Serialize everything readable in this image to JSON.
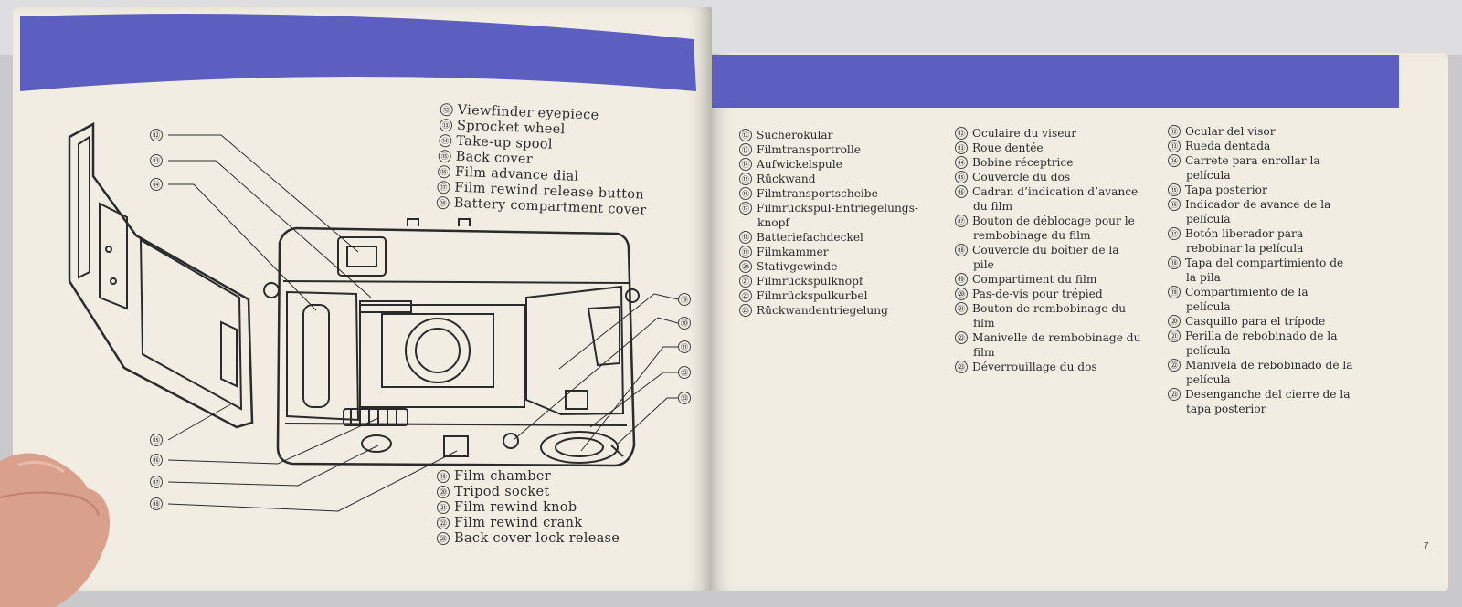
{
  "colors": {
    "band": "#5d5fc0",
    "paper": "#f1ede3",
    "ink": "#2b2b2b"
  },
  "left_page": {
    "diagram_callouts": [
      "⑫",
      "⑬",
      "⑭",
      "⑮",
      "⑯",
      "⑰",
      "⑱",
      "⑲",
      "⑳",
      "㉑",
      "㉒",
      "㉓"
    ],
    "top_list": [
      {
        "num": "⑫",
        "label": "Viewfinder eyepiece"
      },
      {
        "num": "⑬",
        "label": "Sprocket wheel"
      },
      {
        "num": "⑭",
        "label": "Take-up spool"
      },
      {
        "num": "⑮",
        "label": "Back cover"
      },
      {
        "num": "⑯",
        "label": "Film advance dial"
      },
      {
        "num": "⑰",
        "label": "Film rewind release button"
      },
      {
        "num": "⑱",
        "label": "Battery compartment cover"
      }
    ],
    "bottom_list": [
      {
        "num": "⑲",
        "label": "Film chamber"
      },
      {
        "num": "⑳",
        "label": "Tripod socket"
      },
      {
        "num": "㉑",
        "label": "Film rewind knob"
      },
      {
        "num": "㉒",
        "label": "Film rewind crank"
      },
      {
        "num": "㉓",
        "label": "Back cover lock release"
      }
    ]
  },
  "right_page": {
    "german": [
      [
        "⑫",
        "Sucherokular"
      ],
      [
        "⑬",
        "Filmtransportrolle"
      ],
      [
        "⑭",
        "Aufwickelspule"
      ],
      [
        "⑮",
        "Rückwand"
      ],
      [
        "⑯",
        "Filmtransportscheibe"
      ],
      [
        "⑰",
        "Filmrückspul-Entriegelungs-"
      ],
      [
        "",
        "knopf"
      ],
      [
        "⑱",
        "Batteriefachdeckel"
      ],
      [
        "⑲",
        "Filmkammer"
      ],
      [
        "⑳",
        "Stativgewinde"
      ],
      [
        "㉑",
        "Filmrückspulknopf"
      ],
      [
        "㉒",
        "Filmrückspulkurbel"
      ],
      [
        "㉓",
        "Rückwandentriegelung"
      ]
    ],
    "french": [
      [
        "⑫",
        "Oculaire du viseur"
      ],
      [
        "⑬",
        "Roue dentée"
      ],
      [
        "⑭",
        "Bobine réceptrice"
      ],
      [
        "⑮",
        "Couvercle du dos"
      ],
      [
        "⑯",
        "Cadran d’indication d’avance"
      ],
      [
        "",
        "du film"
      ],
      [
        "⑰",
        "Bouton de déblocage pour le"
      ],
      [
        "",
        "rembobinage du film"
      ],
      [
        "⑱",
        "Couvercle du boîtier de la"
      ],
      [
        "",
        "pile"
      ],
      [
        "⑲",
        "Compartiment du film"
      ],
      [
        "⑳",
        "Pas-de-vis pour trépied"
      ],
      [
        "㉑",
        "Bouton de rembobinage du"
      ],
      [
        "",
        "film"
      ],
      [
        "㉒",
        "Manivelle de rembobinage du"
      ],
      [
        "",
        "film"
      ],
      [
        "㉓",
        "Déverrouillage du dos"
      ]
    ],
    "spanish": [
      [
        "⑫",
        "Ocular del visor"
      ],
      [
        "⑬",
        "Rueda dentada"
      ],
      [
        "⑭",
        "Carrete para enrollar la"
      ],
      [
        "",
        "película"
      ],
      [
        "⑮",
        "Tapa posterior"
      ],
      [
        "⑯",
        "Indicador de avance de la"
      ],
      [
        "",
        "película"
      ],
      [
        "⑰",
        "Botón liberador para"
      ],
      [
        "",
        "rebobinar la película"
      ],
      [
        "⑱",
        "Tapa del compartimiento de"
      ],
      [
        "",
        "la pila"
      ],
      [
        "⑲",
        "Compartimiento de la"
      ],
      [
        "",
        "película"
      ],
      [
        "⑳",
        "Casquillo para el trípode"
      ],
      [
        "㉑",
        "Perilla de rebobinado de la"
      ],
      [
        "",
        "película"
      ],
      [
        "㉒",
        "Manivela de rebobinado de la"
      ],
      [
        "",
        "película"
      ],
      [
        "㉓",
        "Desenganche del cierre de la"
      ],
      [
        "",
        "tapa posterior"
      ]
    ],
    "page_number": "7"
  }
}
